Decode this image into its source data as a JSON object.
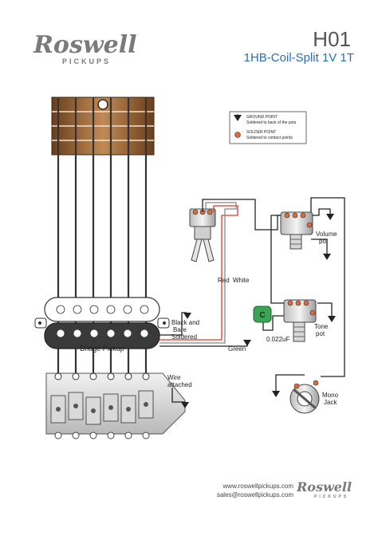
{
  "brand": {
    "name": "Roswell",
    "sub": "PICKUPS"
  },
  "header": {
    "model_code": "H01",
    "title": "1HB-Coil-Split 1V 1T"
  },
  "legend": {
    "ground_title": "GROUND POINT",
    "ground_desc": "Soldered to back of the pots",
    "solder_title": "SOLDER POINT",
    "solder_desc": "Soldered to contact points"
  },
  "labels": {
    "red": "Red",
    "white": "White",
    "black_bare_1": "Black and",
    "black_bare_2": "Bare",
    "black_bare_3": "Soldered",
    "green": "Green",
    "wire_attached_1": "Wire",
    "wire_attached_2": "attached",
    "bridge_pickup": "Bridge Pickup",
    "capacitor_symbol": "C",
    "capacitor_value": "0.022uF",
    "volume_1": "Volume",
    "volume_2": "pot",
    "tone_1": "Tone",
    "tone_2": "pot",
    "jack_1": "Mono",
    "jack_2": "Jack"
  },
  "contact": {
    "website": "www.roswellpickups.com",
    "email": "sales@roswellpickups.com"
  },
  "colors": {
    "accent_blue": "#2a6fb5",
    "wood": "#b07a4a",
    "capacitor": "#3aa655",
    "wire_red": "#d93a2b",
    "solder": "#e06a3a"
  }
}
